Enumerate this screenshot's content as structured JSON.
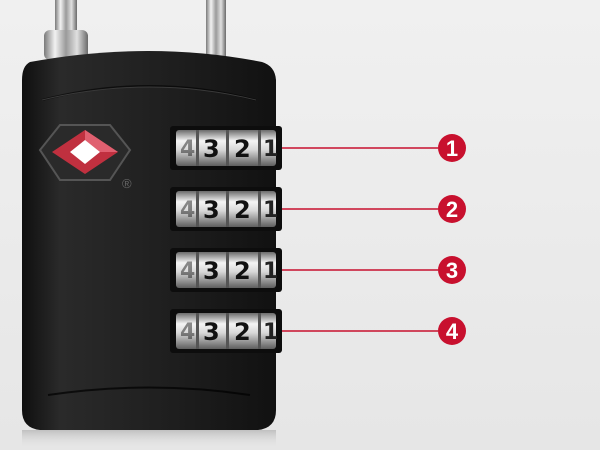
{
  "lock": {
    "registered_mark": "®",
    "dials": [
      {
        "callout": "1",
        "edge_left": "4",
        "digits": [
          "3",
          "2"
        ],
        "edge_right": "1"
      },
      {
        "callout": "2",
        "edge_left": "4",
        "digits": [
          "3",
          "2"
        ],
        "edge_right": "1"
      },
      {
        "callout": "3",
        "edge_left": "4",
        "digits": [
          "3",
          "2"
        ],
        "edge_right": "1"
      },
      {
        "callout": "4",
        "edge_left": "4",
        "digits": [
          "3",
          "2"
        ],
        "edge_right": "1"
      }
    ]
  },
  "colors": {
    "body": "#1c1c1c",
    "callout": "#c8102e",
    "logo": "#c0303f",
    "background": "#ececec"
  },
  "icons": [
    "tsa-diamond-logo-icon",
    "shackle-icon"
  ]
}
